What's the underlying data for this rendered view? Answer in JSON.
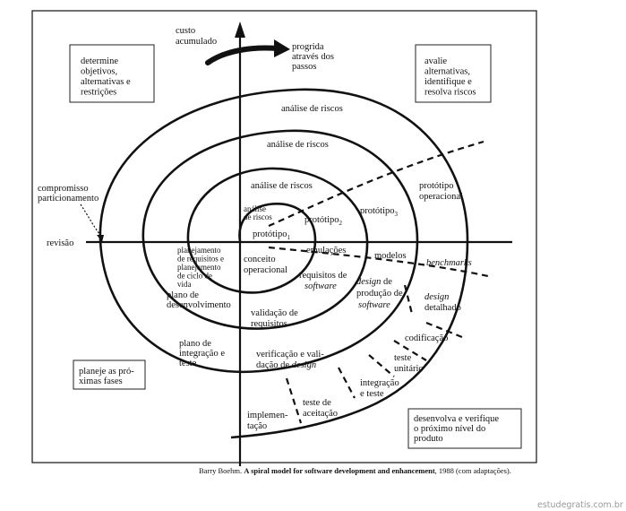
{
  "axes": {
    "vertical_label": "custo\nacumulado",
    "progress_label": "progrida\natravés dos\npassos",
    "review_label": "revisão",
    "commitment_label": "compromisso\nparticionamento"
  },
  "quadrants": {
    "top_left": "determine\nobjetivos,\nalternativas e\nrestrições",
    "top_right": "avalie\nalternativas,\nidentifique e\nresolva riscos",
    "bottom_left": "planeje as pró-\nximas fases",
    "bottom_right": "desenvolva e verifique\no próximo nível do\nproduto"
  },
  "risk_analysis": [
    "análise de riscos",
    "análise de riscos",
    "análise de riscos",
    "análise\nde riscos"
  ],
  "prototypes": {
    "p1": "protótipo",
    "p1_sub": "1",
    "p2": "protótipo",
    "p2_sub": "2",
    "p3": "protótipo",
    "p3_sub": "3",
    "operational": "protótipo\noperacional"
  },
  "right_chain": {
    "emulations": "emulações",
    "models": "modelos",
    "benchmarks": "benchmarks"
  },
  "dev_labels": {
    "concept": "conceito\noperacional",
    "requirements_pre": "requisitos de",
    "requirements_it": "software",
    "design_prod_it": "design",
    "design_prod_rest": " de\nprodução de",
    "design_prod_it2": "software",
    "design_detail_it": "design",
    "design_detail_rest": "detalhado",
    "coding": "codificação",
    "unit_test": "teste\nunitário",
    "integration_test": "integração\ne teste",
    "acceptance_test": "teste de\naceitação",
    "implementation": "implemen-\ntação",
    "req_validation": "validação de\nrequisitos",
    "verification": "verificação e vali-",
    "verification2_pre": "dação de ",
    "verification2_it": "design"
  },
  "plan_labels": {
    "req_plan": "planejamento\nde requisitos e\nplanejamento\nde ciclo de\nvida",
    "dev_plan": "plano de\ndesenvolvimento",
    "integration_plan": "plano de\nintegração e\nteste"
  },
  "caption": {
    "author": "Barry Boehm. ",
    "title": "A spiral model for software development and enhancement",
    "year": ", 1988 (com adaptações)."
  },
  "watermark": "estudegratis.com.br"
}
